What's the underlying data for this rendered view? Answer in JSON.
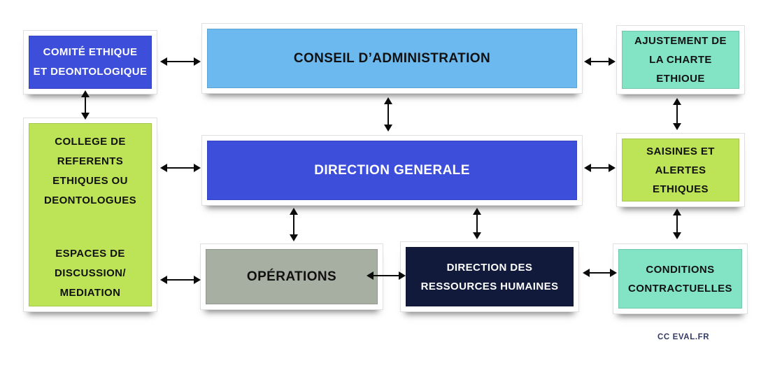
{
  "diagram": {
    "title_implicit": "Organigramme ethique",
    "boxes": {
      "comite": {
        "label": [
          "COMITÉ ETHIQUE",
          "ET DEONTOLOGIQUE"
        ]
      },
      "conseil": {
        "label": "CONSEIL D’ADMINISTRATION"
      },
      "ajustement": {
        "label": [
          "AJUSTEMENT DE",
          "LA CHARTE",
          "ETHIOUE"
        ]
      },
      "college": {
        "label": [
          "COLLEGE DE",
          "REFERENTS",
          "ETHIQUES OU",
          "DEONTOLOGUES"
        ]
      },
      "espaces": {
        "label": [
          "ESPACES DE",
          "DISCUSSION/",
          "MEDIATION"
        ]
      },
      "direction": {
        "label": "DIRECTION GENERALE"
      },
      "saisines": {
        "label": [
          "SAISINES ET",
          "ALERTES",
          "ETHIQUES"
        ]
      },
      "operations": {
        "label": "OPÉRATIONS"
      },
      "drh": {
        "label": [
          "DIRECTION DES",
          "RESSOURCES HUMAINES"
        ]
      },
      "conditions": {
        "label": [
          "CONDITIONS",
          "CONTRACTUELLES"
        ]
      }
    },
    "credit": "CC EVAL.FR",
    "colors": {
      "royal_blue": "#3d4edb",
      "sky_blue": "#6cb9ef",
      "mint": "#82e4c5",
      "lime_green": "#bde356",
      "gray": "#a7aea2",
      "navy": "#111a3b",
      "arrow": "#0b0b0b",
      "credit_text": "#333a66"
    }
  }
}
